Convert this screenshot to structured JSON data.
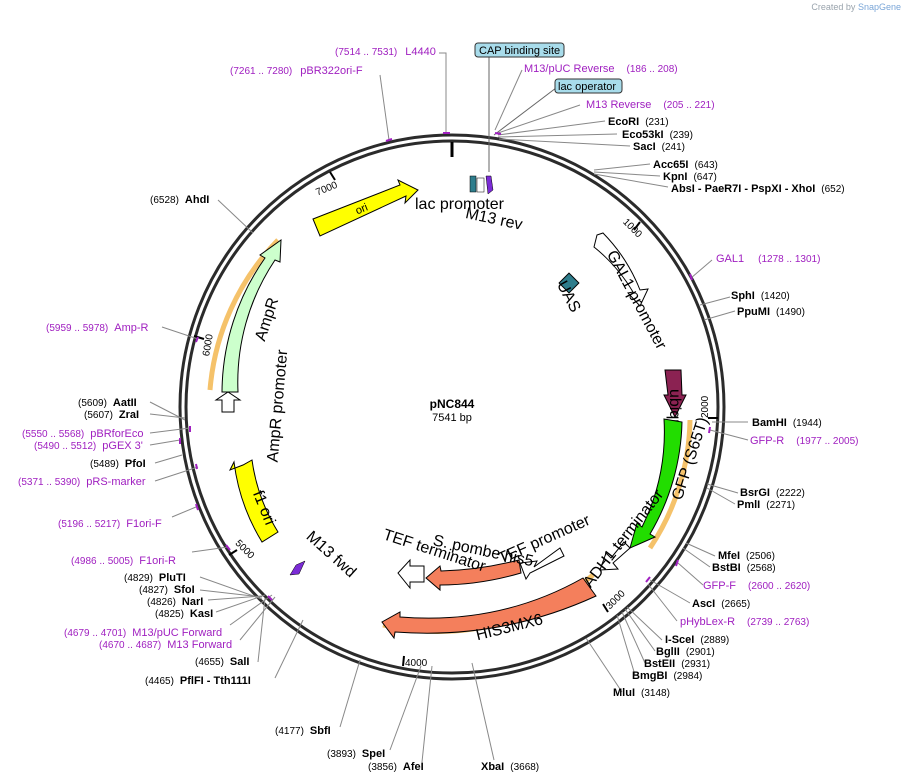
{
  "credit": {
    "prefix": "Created by",
    "brand": "SnapGene"
  },
  "plasmid": {
    "name": "pNC844",
    "length": 7541,
    "length_label": "7541 bp"
  },
  "ticks": [
    "1000",
    "2000",
    "3000",
    "4000",
    "5000",
    "6000",
    "7000"
  ],
  "enzymes": [
    {
      "name": "EcoRI",
      "pos": "(231)"
    },
    {
      "name": "Eco53kI",
      "pos": "(239)"
    },
    {
      "name": "SacI",
      "pos": "(241)"
    },
    {
      "name": "Acc65I",
      "pos": "(643)"
    },
    {
      "name": "KpnI",
      "pos": "(647)"
    },
    {
      "name": "AbsI - PaeR7I - PspXI - XhoI",
      "pos": "(652)"
    },
    {
      "name": "SphI",
      "pos": "(1420)"
    },
    {
      "name": "PpuMI",
      "pos": "(1490)"
    },
    {
      "name": "BamHI",
      "pos": "(1944)"
    },
    {
      "name": "BsrGI",
      "pos": "(2222)"
    },
    {
      "name": "PmlI",
      "pos": "(2271)"
    },
    {
      "name": "MfeI",
      "pos": "(2506)"
    },
    {
      "name": "BstBI",
      "pos": "(2568)"
    },
    {
      "name": "AscI",
      "pos": "(2665)"
    },
    {
      "name": "I-SceI",
      "pos": "(2889)"
    },
    {
      "name": "BglII",
      "pos": "(2901)"
    },
    {
      "name": "BstEII",
      "pos": "(2931)"
    },
    {
      "name": "BmgBI",
      "pos": "(2984)"
    },
    {
      "name": "MluI",
      "pos": "(3148)"
    },
    {
      "name": "XbaI",
      "pos": "(3668)"
    },
    {
      "name": "AfeI",
      "pos": "(3856)"
    },
    {
      "name": "SpeI",
      "pos": "(3893)"
    },
    {
      "name": "SbfI",
      "pos": "(4177)"
    },
    {
      "name": "PflFI - Tth111I",
      "pos": "(4465)"
    },
    {
      "name": "SalI",
      "pos": "(4655)"
    },
    {
      "name": "KasI",
      "pos": "(4825)"
    },
    {
      "name": "NarI",
      "pos": "(4826)"
    },
    {
      "name": "SfoI",
      "pos": "(4827)"
    },
    {
      "name": "PluTI",
      "pos": "(4829)"
    },
    {
      "name": "ZraI",
      "pos": "(5607)"
    },
    {
      "name": "AatII",
      "pos": "(5609)"
    },
    {
      "name": "PfoI",
      "pos": "(5489)"
    },
    {
      "name": "AhdI",
      "pos": "(6528)"
    }
  ],
  "primers": [
    {
      "name": "L4440",
      "pos": "(7514 .. 7531)"
    },
    {
      "name": "pBR322ori-F",
      "pos": "(7261 .. 7280)"
    },
    {
      "name": "M13/pUC Reverse",
      "pos": "(186 .. 208)"
    },
    {
      "name": "M13 Reverse",
      "pos": "(205 .. 221)"
    },
    {
      "name": "GAL1",
      "pos": "(1278 .. 1301)"
    },
    {
      "name": "GFP-R",
      "pos": "(1977 .. 2005)"
    },
    {
      "name": "GFP-F",
      "pos": "(2600 .. 2620)"
    },
    {
      "name": "pHybLex-R",
      "pos": "(2739 .. 2763)"
    },
    {
      "name": "M13/pUC Forward",
      "pos": "(4679 .. 4701)"
    },
    {
      "name": "M13 Forward",
      "pos": "(4670 .. 4687)"
    },
    {
      "name": "F1ori-R",
      "pos": "(4986 .. 5005)"
    },
    {
      "name": "F1ori-F",
      "pos": "(5196 .. 5217)"
    },
    {
      "name": "pRS-marker",
      "pos": "(5371 .. 5390)"
    },
    {
      "name": "pGEX 3'",
      "pos": "(5490 .. 5512)"
    },
    {
      "name": "pBRforEco",
      "pos": "(5550 .. 5568)"
    },
    {
      "name": "Amp-R",
      "pos": "(5959 .. 5978)"
    }
  ],
  "boxed_labels": [
    {
      "name": "CAP binding site"
    },
    {
      "name": "lac operator"
    }
  ],
  "features": [
    {
      "name": "ori"
    },
    {
      "name": "lac promoter"
    },
    {
      "name": "M13 rev"
    },
    {
      "name": "GAL1 promoter"
    },
    {
      "name": "UAS"
    },
    {
      "name": "ubiquitin"
    },
    {
      "name": "GFP (S65T)"
    },
    {
      "name": "ADH1 terminator"
    },
    {
      "name": "TEF promoter"
    },
    {
      "name": "S. pombe his5"
    },
    {
      "name": "TEF terminator"
    },
    {
      "name": "HIS3MX6"
    },
    {
      "name": "M13 fwd"
    },
    {
      "name": "f1 ori"
    },
    {
      "name": "AmpR promoter"
    },
    {
      "name": "AmpR"
    }
  ],
  "colors": {
    "backbone": "#2b2b2b",
    "ori": "#ffff00",
    "promoter": "#ffffff",
    "ampr": "#ccffcc",
    "ubiquitin": "#8b2252",
    "gfp": "#22dd00",
    "his": "#f47f5c",
    "uas": "#2e7d8c",
    "lac": "#2e7d8c",
    "m13": "#7b2bd6",
    "primer": "#a020c0",
    "highlight": "#f5c26a",
    "boxed": "#a8dceb"
  }
}
